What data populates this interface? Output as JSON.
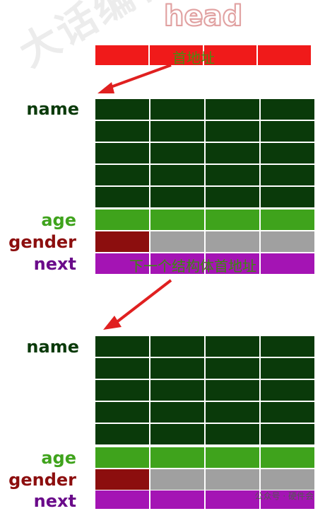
{
  "diagram": {
    "title": "head",
    "head_label": "首地址",
    "watermark": "大话编程",
    "structs": [
      {
        "labels": {
          "name": "name",
          "age": "age",
          "gender": "gender",
          "next": "next"
        },
        "next_label": "下一个结构体首地址"
      },
      {
        "labels": {
          "name": "name",
          "age": "age",
          "gender": "gender",
          "next": "next"
        },
        "next_label": ""
      }
    ],
    "footer": "公众号 · 硬件会"
  },
  "colors": {
    "head": "#f01a1a",
    "name": "#0a3a0a",
    "age": "#3fa31c",
    "gender": "#8c0e0e",
    "gender_empty": "#a0a0a0",
    "next": "#a414b4",
    "arrow": "#e02020",
    "label_name": "#0a3a0a",
    "label_age": "#3fa31c",
    "label_gender": "#8c0e0e",
    "label_next": "#6a0a8a"
  }
}
